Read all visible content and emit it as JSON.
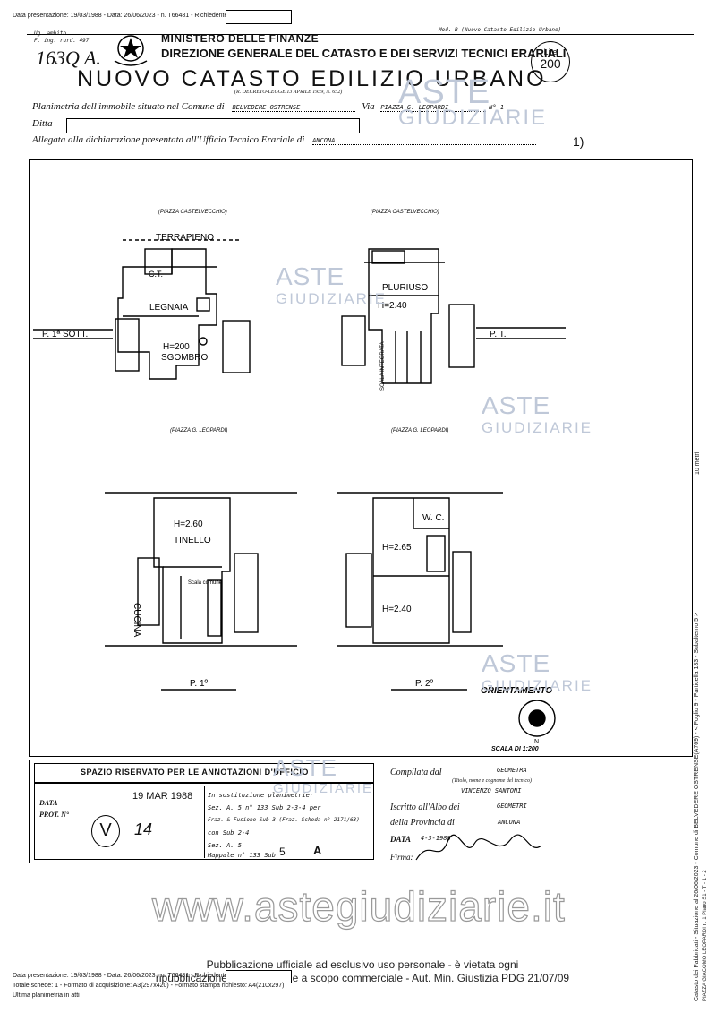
{
  "header": {
    "top_line": "Data presentazione: 19/03/1988 - Data: 26/06/2023 - n. T66481 - Richiedente:",
    "stamp_small": "Mod. B (Nuovo Catasto Edilizio Urbano)",
    "corner_note_1": "Ug. ambito",
    "corner_note_2": "F. ing. rurd. 497",
    "handwritten_code": "163Q A.",
    "ministry": "MINISTERO DELLE FINANZE",
    "direction": "DIREZIONE GENERALE DEL CATASTO E DEI SERVIZI TECNICI ERARIALI",
    "title": "NUOVO CATASTO EDILIZIO URBANO",
    "decree": "(R. DECRETO-LEGGE 13 APRILE 1939, N. 652)",
    "price_top": "Lire",
    "price_value": "200"
  },
  "form": {
    "planimetria_label": "Planimetria dell'immobile situato nel Comune di",
    "comune_value": "BELVEDERE OSTRENSE",
    "via_label": "Via",
    "via_value": "PIAZZA G. LEOPARDI",
    "civico": "N° 1",
    "ditta_label": "Ditta",
    "allegata_label": "Allegata alla dichiarazione presentata all'Ufficio Tecnico Erariale di",
    "ufficio_value": "ANCONA",
    "page_num": "1)"
  },
  "plans": {
    "piazza_castelvecchio": "(PIAZZA CASTELVECCHIO)",
    "piazza_leopardi": "(PIAZZA G. LEOPARDI)",
    "terrapieno": "TERRAPIENO",
    "ct": "C.T.",
    "legnaia": "LEGNAIA",
    "sgombro_h": "H=200",
    "sgombro": "SGOMBRO",
    "p1sott": "P. 1ª SOTT.",
    "pluriuso": "PLURIUSO",
    "pluriuso_h": "H=2.40",
    "pt": "P. T.",
    "scala_integrata": "SCALA INTEGRATA",
    "tinello_h": "H=2.60",
    "tinello": "TINELLO",
    "scala_comune": "Scala comune",
    "cucina": "CUCINA",
    "p1": "P. 1º",
    "wc": "W. C.",
    "h265": "H=2.65",
    "h240b": "H=2.40",
    "p2": "P. 2º",
    "orientamento": "ORIENTAMENTO",
    "north": "N.",
    "scala": "SCALA DI 1:200"
  },
  "office": {
    "section_title": "SPAZIO RISERVATO PER LE ANNOTAZIONI D'UFFICIO",
    "data_label": "DATA",
    "prot_label": "PROT. N°",
    "date_stamp": "19 MAR 1988",
    "prot_hand": "V",
    "prot_num": "14",
    "note_1": "In sostituzione planimetrie:",
    "note_2": "Sez. A. 5 n° 133 Sub 2-3-4 per",
    "note_3": "Fraz. & Fusione Sub 3 (Fraz. Scheda n° 2171/63)",
    "note_4": "con Sub 2-4",
    "note_5": "Sez. A. 5",
    "note_6": "Mappale n° 133 Sub",
    "sub_num": "5",
    "cat": "A",
    "compilata_label": "Compilata dal",
    "compilata_value": "GEOMETRA",
    "compilata_hint": "(Titolo, nome e cognome del tecnico)",
    "tecnico_name": "VINCENZO SANTONI",
    "iscritto_label": "Iscritto all'Albo dei",
    "iscritto_value": "GEOMETRI",
    "provincia_label": "della Provincia di",
    "provincia_value": "ANCONA",
    "data2_label": "DATA",
    "data2_value": "4-3-1988",
    "firma_label": "Firma:"
  },
  "watermark": {
    "aste": "ASTE",
    "giudiziarie": "GIUDIZIARIE",
    "site": "www.astegiudiziarie.it"
  },
  "notice": {
    "line1": "Pubblicazione ufficiale ad esclusivo uso personale - è vietata ogni",
    "line2": "ripubblicazione o riproduzione a scopo commerciale - Aut. Min. Giustizia PDG 21/07/09"
  },
  "footer": {
    "line1": "Data presentazione: 19/03/1988 - Data: 26/06/2023 - n. T66481 - Richiedente:",
    "line2": "Totale schede: 1 - Formato di acquisizione: A3(297x420) - Formato stampa richiesto: A4(210x297)",
    "line3": "Ultima planimetria in atti"
  },
  "side": {
    "vertical_text": "Catasto dei Fabbricati - Situazione al 26/06/2023 - Comune di BELVEDERE OSTRENSE(A769) - < Foglio 9 - Particella 133 - Subalterno 5 >",
    "vertical_text_2": "PIAZZA GIACOMO LEOPARDI n. 1 Piano S1 - T - 1 - 2",
    "scale_note": "10 metri"
  }
}
